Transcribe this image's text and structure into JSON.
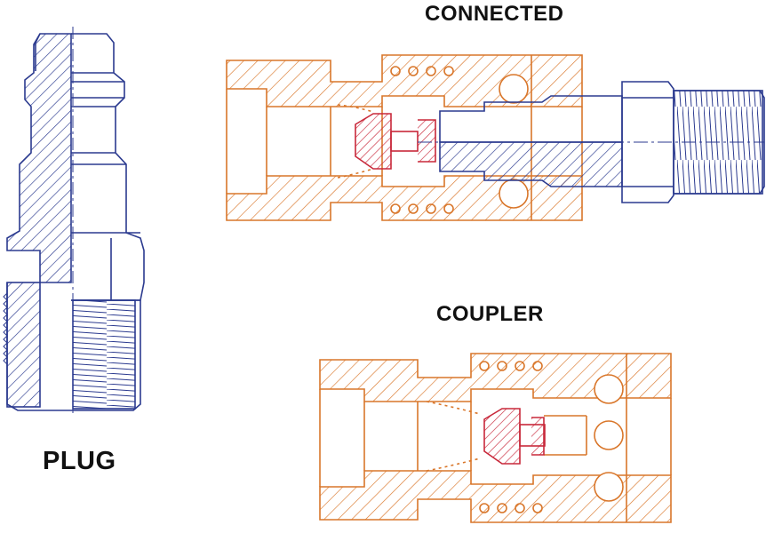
{
  "labels": {
    "connected": "CONNECTED",
    "coupler": "COUPLER",
    "plug": "PLUG"
  },
  "colors": {
    "plug_line": "#2b3a8f",
    "coupler_line": "#d9762a",
    "valve_line": "#c8283a",
    "background": "#ffffff",
    "text": "#111111"
  }
}
